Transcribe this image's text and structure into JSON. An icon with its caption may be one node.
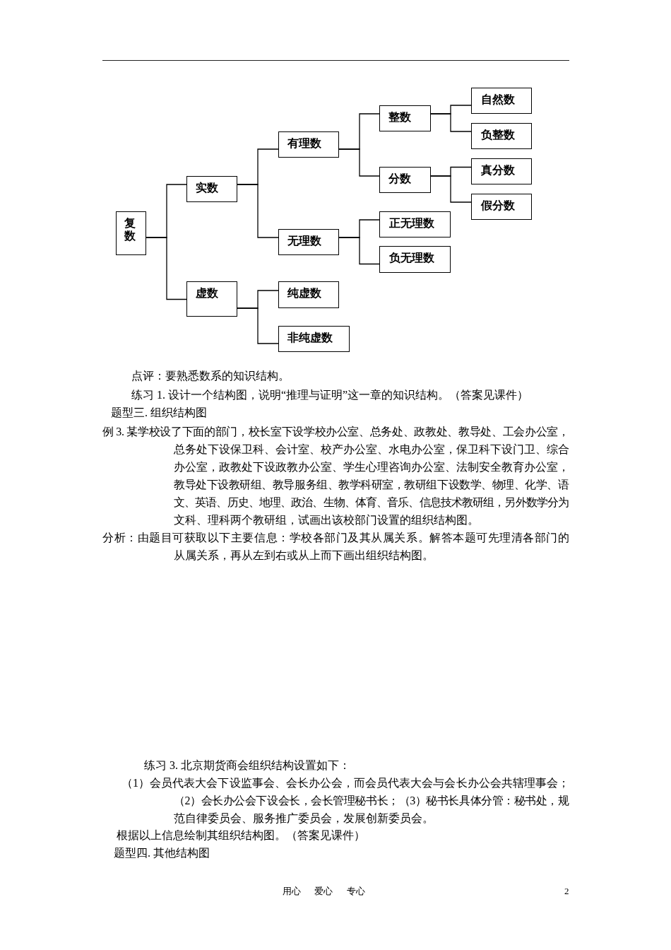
{
  "diagram": {
    "nodes": [
      {
        "text": [
          "复数"
        ]
      },
      {
        "text": [
          "实数"
        ]
      },
      {
        "text": [
          "虚数"
        ]
      },
      {
        "text": [
          "有理数"
        ]
      },
      {
        "text": [
          "无理数"
        ]
      },
      {
        "text": [
          "纯虚数"
        ]
      },
      {
        "text": [
          "非纯虚数"
        ]
      },
      {
        "text": [
          "整数"
        ]
      },
      {
        "text": [
          "分数"
        ]
      },
      {
        "text": [
          "正无理数"
        ]
      },
      {
        "text": [
          "负无理数"
        ]
      },
      {
        "text": [
          "自然数"
        ]
      },
      {
        "text": [
          "负整数"
        ]
      },
      {
        "text": [
          "真分数"
        ]
      },
      {
        "text": [
          "假分数"
        ]
      }
    ],
    "edges": [
      {
        "from": 0,
        "to": 1,
        "arrow": "none"
      },
      {
        "from": 0,
        "to": 2,
        "arrow": "none"
      },
      {
        "from": 1,
        "to": 3,
        "arrow": "none"
      },
      {
        "from": 1,
        "to": 4,
        "arrow": "none"
      },
      {
        "from": 2,
        "to": 5,
        "arrow": "none"
      },
      {
        "from": 2,
        "to": 6,
        "arrow": "none"
      },
      {
        "from": 3,
        "to": 7,
        "arrow": "none"
      },
      {
        "from": 3,
        "to": 8,
        "arrow": "none"
      },
      {
        "from": 4,
        "to": 9,
        "arrow": "none"
      },
      {
        "from": 4,
        "to": 10,
        "arrow": "none"
      },
      {
        "from": 7,
        "to": 11,
        "arrow": "none"
      },
      {
        "from": 7,
        "to": 12,
        "arrow": "none"
      },
      {
        "from": 8,
        "to": 13,
        "arrow": "none"
      },
      {
        "from": 8,
        "to": 14,
        "arrow": "none"
      }
    ],
    "labels": [
      "点评：要熟悉数系的知识结构。",
      "练习 1. 设计一个结构图，说明“推理与证明”这一章的知识结构。（答案见课件）",
      "题型三. 组织结构图",
      "例 3. 某学校设了下面的部门，校长室下设学校办公室、总务处、政教处、教导处、工会办公室，总务处下设保卫科、会计室、校产办公室、水电办公室，保卫科下设门卫、综合办公室，政教处下设政教办公室、学生心理咨询办公室、法制安全教育办公室，教导处下设教研组、教导服务组、教学科研室，教研组下设数学、物理、化学、语文、英语、历史、地理、政治、生物、体育、音乐、信息技术教研组，另外数学分为文科、理科两个教研组，试画出该校部门设置的组织结构图。",
      "分析：由题目可获取以下主要信息：学校各部门及其从属关系。解答本题可先理清各部门的从属关系，再从左到右或从上而下画出组织结构图。",
      "练习 3. 北京期货商会组织结构设置如下：",
      "（1）会员代表大会下设监事会、会长办公会，而会员代表大会与会长办公会共辖理事会；（2）会长办公会下设会长，会长管理秘书长；（3）秘书长具体分管：秘书处，规范自律委员会、服务推广委员会，发展创新委员会。",
      "根据以上信息绘制其组织结构图。（答案见课件）",
      "题型四. 其他结构图",
      "用心 爱心 专心",
      "2"
    ]
  }
}
